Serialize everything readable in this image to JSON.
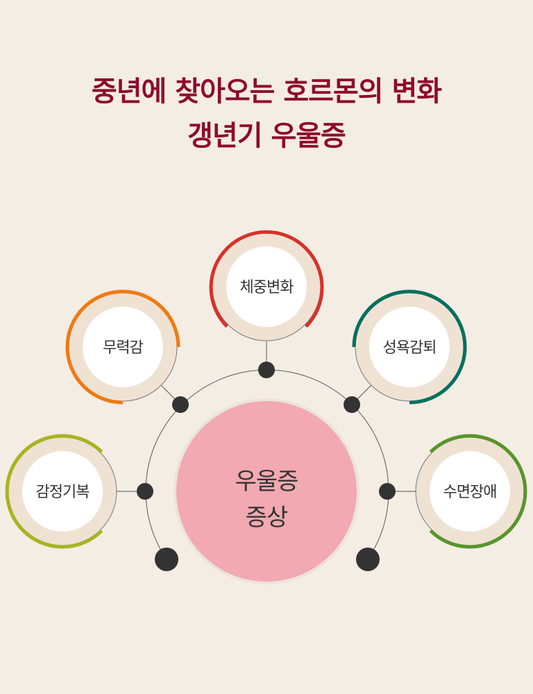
{
  "title": {
    "line1": "중년에 찾아오는 호르몬의 변화",
    "line2": "갱년기 우울증"
  },
  "center": {
    "line1": "우울증",
    "line2": "증상"
  },
  "nodes": [
    {
      "label": "체중변화",
      "color": "#d8312a"
    },
    {
      "label": "무력감",
      "color": "#f07a10"
    },
    {
      "label": "성욕감퇴",
      "color": "#00705e"
    },
    {
      "label": "감정기복",
      "color": "#a7b51f"
    },
    {
      "label": "수면장애",
      "color": "#56962a"
    }
  ],
  "colors": {
    "background": "#f4ede4",
    "title": "#8e0b2c",
    "center_fill": "#f2a9b1",
    "dot": "#333333",
    "connector": "#555555"
  }
}
